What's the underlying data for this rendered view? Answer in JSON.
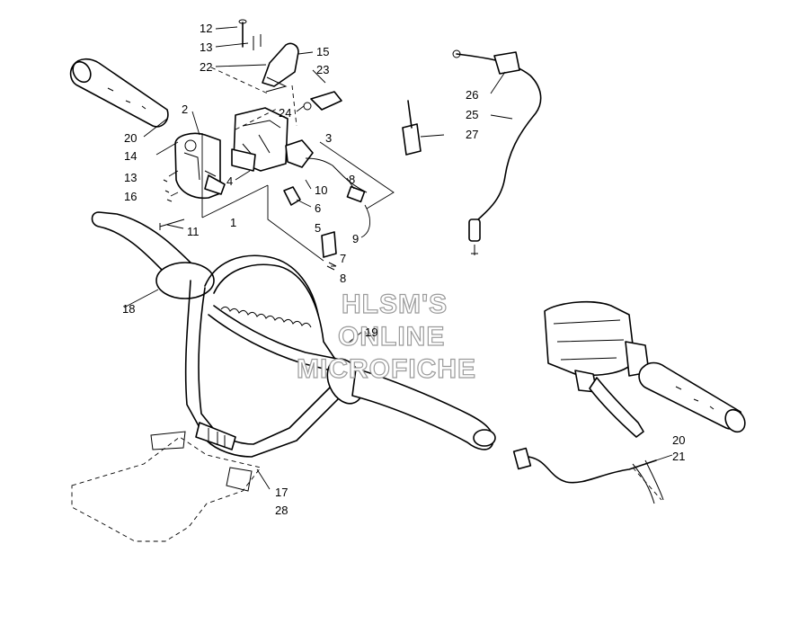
{
  "watermark": {
    "line1": "HLSM'S",
    "line2": "ONLINE",
    "line3": "MICROFICHE"
  },
  "callouts": [
    {
      "id": "12",
      "text": "12"
    },
    {
      "id": "13a",
      "text": "13"
    },
    {
      "id": "22",
      "text": "22"
    },
    {
      "id": "15",
      "text": "15"
    },
    {
      "id": "23",
      "text": "23"
    },
    {
      "id": "2",
      "text": "2"
    },
    {
      "id": "24",
      "text": "24"
    },
    {
      "id": "3",
      "text": "3"
    },
    {
      "id": "20a",
      "text": "20"
    },
    {
      "id": "14",
      "text": "14"
    },
    {
      "id": "13b",
      "text": "13"
    },
    {
      "id": "16",
      "text": "16"
    },
    {
      "id": "4",
      "text": "4"
    },
    {
      "id": "10",
      "text": "10"
    },
    {
      "id": "8a",
      "text": "8"
    },
    {
      "id": "6",
      "text": "6"
    },
    {
      "id": "1",
      "text": "1"
    },
    {
      "id": "11",
      "text": "11"
    },
    {
      "id": "5",
      "text": "5"
    },
    {
      "id": "9",
      "text": "9"
    },
    {
      "id": "7",
      "text": "7"
    },
    {
      "id": "8b",
      "text": "8"
    },
    {
      "id": "26",
      "text": "26"
    },
    {
      "id": "25",
      "text": "25"
    },
    {
      "id": "27",
      "text": "27"
    },
    {
      "id": "18",
      "text": "18"
    },
    {
      "id": "19",
      "text": "19"
    },
    {
      "id": "20b",
      "text": "20"
    },
    {
      "id": "21",
      "text": "21"
    },
    {
      "id": "17",
      "text": "17"
    },
    {
      "id": "28",
      "text": "28"
    }
  ]
}
